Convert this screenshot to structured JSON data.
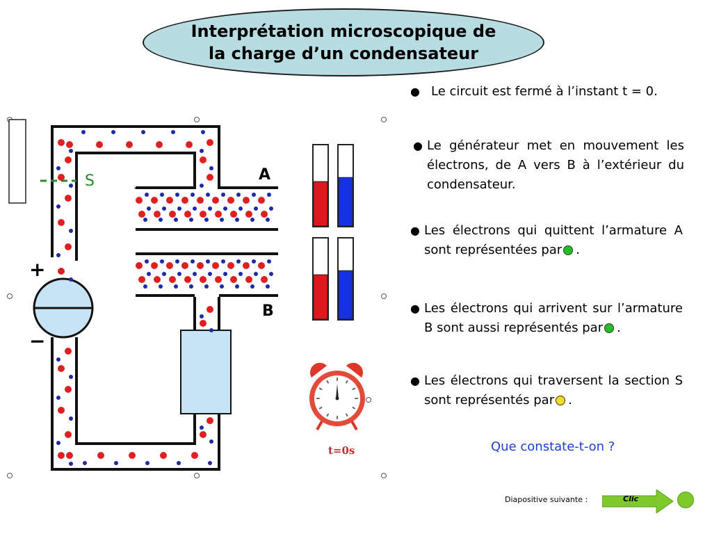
{
  "title": "Interprétation microscopique de la charge d’un condensateur",
  "bullets": {
    "b1": "Le circuit est fermé à l’instant t = 0.",
    "b2": "Le générateur met en mouvement les électrons, de A vers B à l’extérieur du condensateur.",
    "b3": "Les électrons qui quittent l’armature A sont représentées par",
    "b4": "Les électrons qui arrivent sur l’armature B sont aussi représentés par",
    "b5": "Les électrons qui traversent la section S sont représentés par",
    "period": "."
  },
  "question": "Que constate-t-on ?",
  "nav": {
    "next_label": "Diapositive suivante :",
    "click": "Clic"
  },
  "diagram": {
    "label_S": "S",
    "label_A": "A",
    "label_B": "B",
    "label_plus": "+",
    "label_minus": "−",
    "time": "t=0s"
  },
  "gauges": [
    {
      "color": "#e0161b",
      "level": 0.55
    },
    {
      "color": "#1631e0",
      "level": 0.6
    },
    {
      "color": "#e0161b",
      "level": 0.55
    },
    {
      "color": "#1631e0",
      "level": 0.6
    }
  ],
  "colors": {
    "proton": "#e02020",
    "electron": "#1c2aa8",
    "marker_A": "#22c022",
    "marker_B": "#22c022",
    "marker_S": "#f0e020",
    "section_line": "#2a8a2a"
  }
}
